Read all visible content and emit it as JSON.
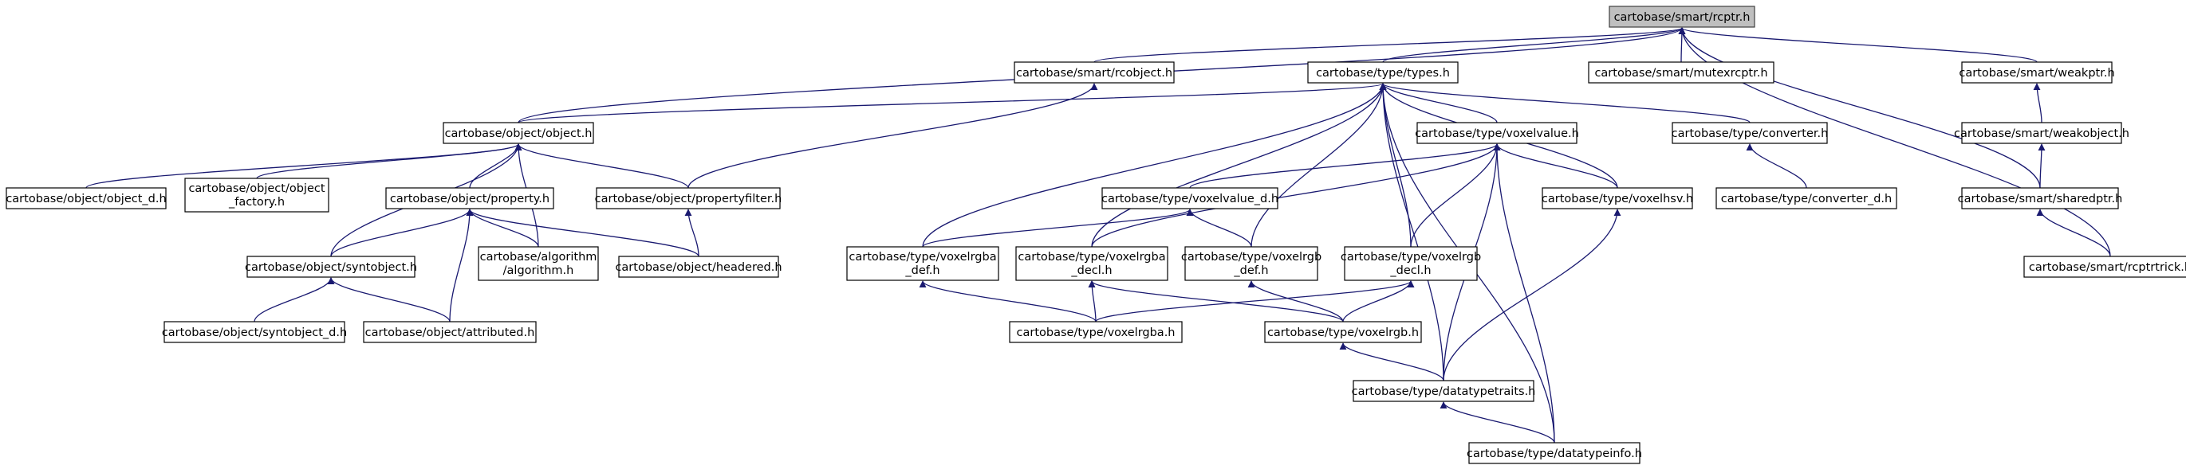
{
  "diagram": {
    "colors": {
      "edge": "#191970",
      "root_fill": "#bfbfbf",
      "node_fill": "#ffffff",
      "border": "#000000"
    },
    "nodes": [
      {
        "id": "rcptr",
        "lines": [
          "cartobase/smart/rcptr.h"
        ],
        "root": true
      },
      {
        "id": "rcobject",
        "lines": [
          "cartobase/smart/rcobject.h"
        ]
      },
      {
        "id": "types",
        "lines": [
          "cartobase/type/types.h"
        ]
      },
      {
        "id": "mutexrcptr",
        "lines": [
          "cartobase/smart/mutexrcptr.h"
        ]
      },
      {
        "id": "weakptr",
        "lines": [
          "cartobase/smart/weakptr.h"
        ]
      },
      {
        "id": "object",
        "lines": [
          "cartobase/object/object.h"
        ]
      },
      {
        "id": "voxelvalue",
        "lines": [
          "cartobase/type/voxelvalue.h"
        ]
      },
      {
        "id": "converter",
        "lines": [
          "cartobase/type/converter.h"
        ]
      },
      {
        "id": "weakobject",
        "lines": [
          "cartobase/smart/weakobject.h"
        ]
      },
      {
        "id": "object_d",
        "lines": [
          "cartobase/object/object_d.h"
        ]
      },
      {
        "id": "object_factory",
        "lines": [
          "cartobase/object/object",
          "_factory.h"
        ]
      },
      {
        "id": "property",
        "lines": [
          "cartobase/object/property.h"
        ]
      },
      {
        "id": "propertyfilter",
        "lines": [
          "cartobase/object/propertyfilter.h"
        ]
      },
      {
        "id": "voxelvalue_d",
        "lines": [
          "cartobase/type/voxelvalue_d.h"
        ]
      },
      {
        "id": "voxelhsv",
        "lines": [
          "cartobase/type/voxelhsv.h"
        ]
      },
      {
        "id": "converter_d",
        "lines": [
          "cartobase/type/converter_d.h"
        ]
      },
      {
        "id": "sharedptr",
        "lines": [
          "cartobase/smart/sharedptr.h"
        ]
      },
      {
        "id": "syntobject",
        "lines": [
          "cartobase/object/syntobject.h"
        ]
      },
      {
        "id": "algorithm",
        "lines": [
          "cartobase/algorithm",
          "/algorithm.h"
        ]
      },
      {
        "id": "headered",
        "lines": [
          "cartobase/object/headered.h"
        ]
      },
      {
        "id": "voxelrgba_def",
        "lines": [
          "cartobase/type/voxelrgba",
          "_def.h"
        ]
      },
      {
        "id": "voxelrgba_decl",
        "lines": [
          "cartobase/type/voxelrgba",
          "_decl.h"
        ]
      },
      {
        "id": "voxelrgb_def",
        "lines": [
          "cartobase/type/voxelrgb",
          "_def.h"
        ]
      },
      {
        "id": "voxelrgb_decl",
        "lines": [
          "cartobase/type/voxelrgb",
          "_decl.h"
        ]
      },
      {
        "id": "rcptrtrick",
        "lines": [
          "cartobase/smart/rcptrtrick.h"
        ]
      },
      {
        "id": "syntobject_d",
        "lines": [
          "cartobase/object/syntobject_d.h"
        ]
      },
      {
        "id": "attributed",
        "lines": [
          "cartobase/object/attributed.h"
        ]
      },
      {
        "id": "voxelrgba",
        "lines": [
          "cartobase/type/voxelrgba.h"
        ]
      },
      {
        "id": "voxelrgb",
        "lines": [
          "cartobase/type/voxelrgb.h"
        ]
      },
      {
        "id": "datatypetraits",
        "lines": [
          "cartobase/type/datatypetraits.h"
        ]
      },
      {
        "id": "datatypeinfo",
        "lines": [
          "cartobase/type/datatypeinfo.h"
        ]
      }
    ],
    "edges": [
      [
        "rcptr",
        "rcobject"
      ],
      [
        "rcptr",
        "types"
      ],
      [
        "rcptr",
        "mutexrcptr"
      ],
      [
        "rcptr",
        "weakptr"
      ],
      [
        "rcptr",
        "object"
      ],
      [
        "rcptr",
        "sharedptr"
      ],
      [
        "rcptr",
        "rcptrtrick"
      ],
      [
        "rcobject",
        "propertyfilter"
      ],
      [
        "types",
        "object"
      ],
      [
        "types",
        "voxelvalue"
      ],
      [
        "types",
        "converter"
      ],
      [
        "types",
        "voxelhsv"
      ],
      [
        "types",
        "voxelrgba_def"
      ],
      [
        "types",
        "voxelrgba_decl"
      ],
      [
        "types",
        "voxelrgb_def"
      ],
      [
        "types",
        "voxelrgb_decl"
      ],
      [
        "types",
        "datatypetraits"
      ],
      [
        "types",
        "datatypeinfo"
      ],
      [
        "weakptr",
        "weakobject"
      ],
      [
        "weakobject",
        "sharedptr"
      ],
      [
        "sharedptr",
        "rcptrtrick"
      ],
      [
        "object",
        "object_d"
      ],
      [
        "object",
        "object_factory"
      ],
      [
        "object",
        "property"
      ],
      [
        "object",
        "propertyfilter"
      ],
      [
        "object",
        "syntobject"
      ],
      [
        "object",
        "algorithm"
      ],
      [
        "property",
        "syntobject"
      ],
      [
        "property",
        "algorithm"
      ],
      [
        "property",
        "headered"
      ],
      [
        "property",
        "attributed"
      ],
      [
        "propertyfilter",
        "headered"
      ],
      [
        "syntobject",
        "syntobject_d"
      ],
      [
        "syntobject",
        "attributed"
      ],
      [
        "voxelvalue",
        "voxelvalue_d"
      ],
      [
        "voxelvalue",
        "voxelhsv"
      ],
      [
        "voxelvalue",
        "voxelrgba_decl"
      ],
      [
        "voxelvalue",
        "voxelrgb_decl"
      ],
      [
        "voxelvalue",
        "datatypetraits"
      ],
      [
        "voxelvalue",
        "datatypeinfo"
      ],
      [
        "converter",
        "converter_d"
      ],
      [
        "voxelvalue_d",
        "voxelrgba_def"
      ],
      [
        "voxelvalue_d",
        "voxelrgb_def"
      ],
      [
        "voxelrgba_def",
        "voxelrgba"
      ],
      [
        "voxelrgba_decl",
        "voxelrgba"
      ],
      [
        "voxelrgba_decl",
        "voxelrgb"
      ],
      [
        "voxelrgb_def",
        "voxelrgb"
      ],
      [
        "voxelrgb_decl",
        "voxelrgba"
      ],
      [
        "voxelrgb_decl",
        "voxelrgb"
      ],
      [
        "voxelhsv",
        "datatypetraits"
      ],
      [
        "voxelrgb",
        "datatypetraits"
      ],
      [
        "datatypetraits",
        "datatypeinfo"
      ]
    ]
  }
}
